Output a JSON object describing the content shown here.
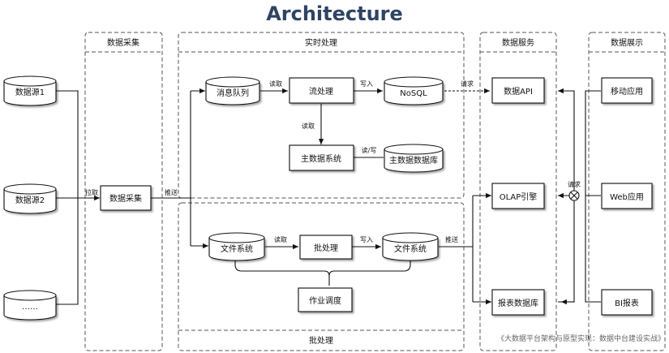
{
  "title": "Architecture",
  "groups": {
    "collect": "数据采集",
    "realtime": "实时处理",
    "batch": "批处理",
    "service": "数据服务",
    "display": "数据展示"
  },
  "nodes": {
    "source1": "数据源1",
    "source2": "数据源2",
    "source3": "……",
    "collector": "数据采集",
    "mq": "消息队列",
    "stream": "流处理",
    "nosql": "NoSQL",
    "mdm": "主数据系统",
    "mdmdb": "主数据数据库",
    "fs1": "文件系统",
    "batchproc": "批处理",
    "fs2": "文件系统",
    "scheduler": "作业调度",
    "api": "数据API",
    "olap": "OLAP引擎",
    "reportdb": "报表数据库",
    "mobile": "移动应用",
    "web": "Web应用",
    "bi": "BI报表"
  },
  "edges": {
    "pull": "拉取",
    "push1": "推送",
    "read1": "读取",
    "write1": "写入",
    "read2": "读取",
    "readwrite": "读/写",
    "read3": "读取",
    "write2": "写入",
    "push2": "推送",
    "request1": "请求",
    "request2": "请求"
  },
  "footer": "《大数据平台架构与原型实现：数据中台建设实战》"
}
